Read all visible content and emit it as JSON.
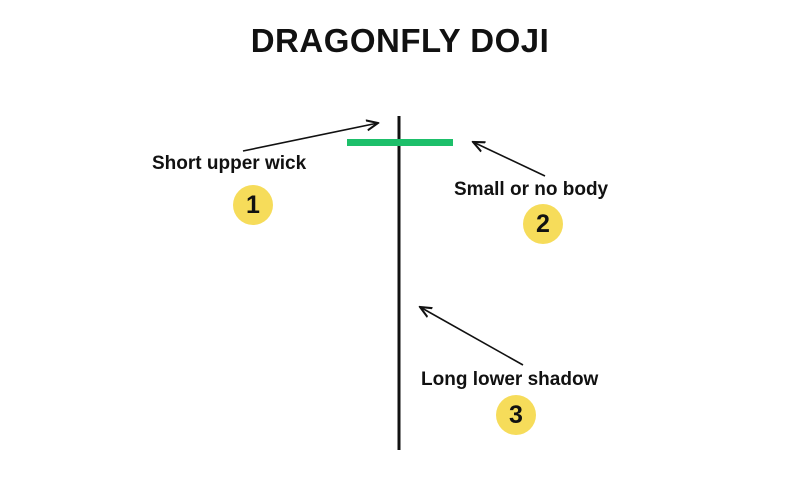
{
  "title": "DRAGONFLY DOJI",
  "colors": {
    "body": "#1dbf6a",
    "line": "#111111",
    "badge": "#f6dc5a"
  },
  "annotations": [
    {
      "label": "Short upper wick",
      "number": "1"
    },
    {
      "label": "Small or no body",
      "number": "2"
    },
    {
      "label": "Long lower shadow",
      "number": "3"
    }
  ]
}
